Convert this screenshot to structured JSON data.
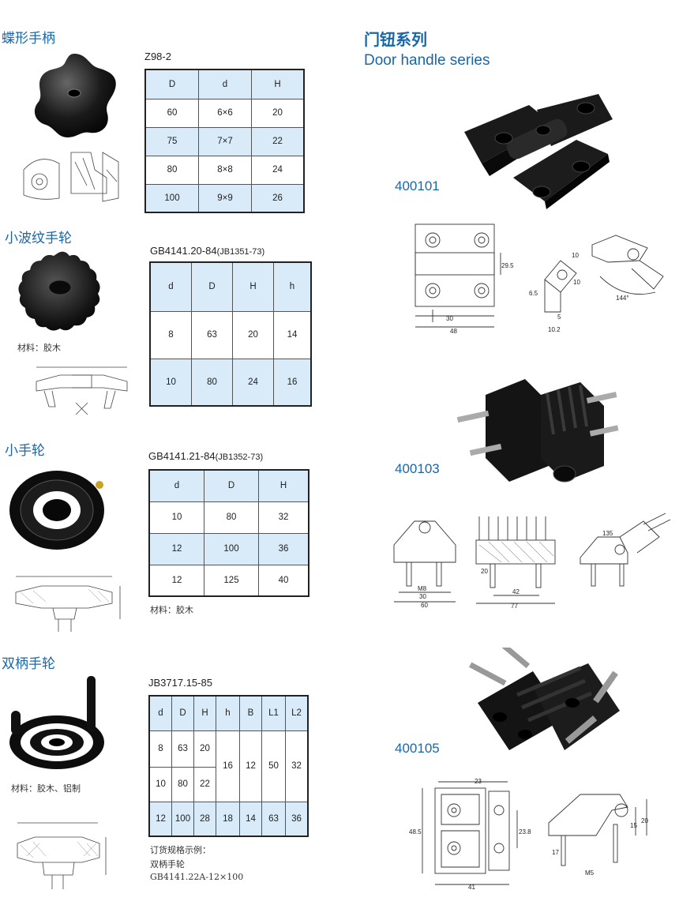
{
  "left": {
    "sections": [
      {
        "title": "蝶形手柄",
        "table_title": "Z98-2",
        "headers": [
          "D",
          "d",
          "H"
        ],
        "rows": [
          [
            "60",
            "6×6",
            "20"
          ],
          [
            "75",
            "7×7",
            "22"
          ],
          [
            "80",
            "8×8",
            "24"
          ],
          [
            "100",
            "9×9",
            "26"
          ]
        ]
      },
      {
        "title": "小波纹手轮",
        "table_title": "GB4141.20-84",
        "table_sub": "(JB1351-73)",
        "material": "材料：胶木",
        "headers": [
          "d",
          "D",
          "H",
          "h"
        ],
        "rows": [
          [
            "8",
            "63",
            "20",
            "14"
          ],
          [
            "10",
            "80",
            "24",
            "16"
          ]
        ]
      },
      {
        "title": "小手轮",
        "table_title": "GB4141.21-84",
        "table_sub": "(JB1352-73)",
        "material": "材料：胶木",
        "headers": [
          "d",
          "D",
          "H"
        ],
        "rows": [
          [
            "10",
            "80",
            "32"
          ],
          [
            "12",
            "100",
            "36"
          ],
          [
            "12",
            "125",
            "40"
          ]
        ]
      },
      {
        "title": "双柄手轮",
        "table_title": "JB3717.15-85",
        "material": "材料：胶木、铝制",
        "headers": [
          "d",
          "D",
          "H",
          "h",
          "B",
          "L1",
          "L2"
        ],
        "rows": [
          [
            "8",
            "63",
            "20",
            "16",
            "12",
            "50",
            "32"
          ],
          [
            "10",
            "80",
            "22"
          ],
          [
            "12",
            "100",
            "28",
            "18",
            "14",
            "63",
            "36"
          ]
        ],
        "order_note_1": "订货规格示例：",
        "order_note_2": "双柄手轮",
        "order_note_3": "GB4141.22A-12×100"
      }
    ]
  },
  "right": {
    "title_cn": "门钮系列",
    "title_en": "Door handle series",
    "products": [
      {
        "code": "400101",
        "dims": [
          "29.5",
          "30",
          "48",
          "10",
          "6.5",
          "10",
          "5",
          "10.2",
          "144°"
        ]
      },
      {
        "code": "400103",
        "dims": [
          "M8",
          "30",
          "60",
          "20",
          "42",
          "77",
          "135"
        ]
      },
      {
        "code": "400105",
        "dims": [
          "23",
          "48.5",
          "23.8",
          "41",
          "15",
          "20",
          "17",
          "M5"
        ]
      }
    ]
  }
}
